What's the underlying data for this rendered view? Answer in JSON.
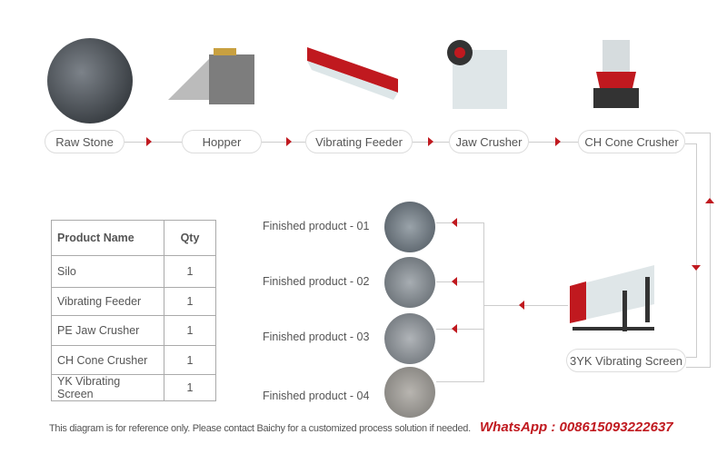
{
  "flow": {
    "steps": [
      {
        "label": "Raw Stone",
        "icon": "raw-stone-image"
      },
      {
        "label": "Hopper",
        "icon": "hopper-image"
      },
      {
        "label": "Vibrating Feeder",
        "icon": "vibrating-feeder-image"
      },
      {
        "label": "Jaw Crusher",
        "icon": "jaw-crusher-image"
      },
      {
        "label": "CH Cone Crusher",
        "icon": "cone-crusher-image"
      }
    ],
    "screen": {
      "label": "3YK Vibrating Screen",
      "icon": "vibrating-screen-image"
    },
    "products": [
      "Finished product - 01",
      "Finished product - 02",
      "Finished product - 03",
      "Finished product - 04"
    ]
  },
  "table": {
    "headers": [
      "Product Name",
      "Qty"
    ],
    "rows": [
      [
        "Silo",
        "1"
      ],
      [
        "Vibrating Feeder",
        "1"
      ],
      [
        "PE Jaw Crusher",
        "1"
      ],
      [
        "CH Cone Crusher",
        "1"
      ],
      [
        "YK Vibrating Screen",
        "1"
      ]
    ]
  },
  "footer": {
    "note": "This diagram is for reference only. Please contact Baichy for a customized process solution if needed.",
    "whatsapp": "WhatsApp : 008615093222637"
  },
  "colors": {
    "accent": "#c0191f",
    "line": "#cccccc"
  }
}
